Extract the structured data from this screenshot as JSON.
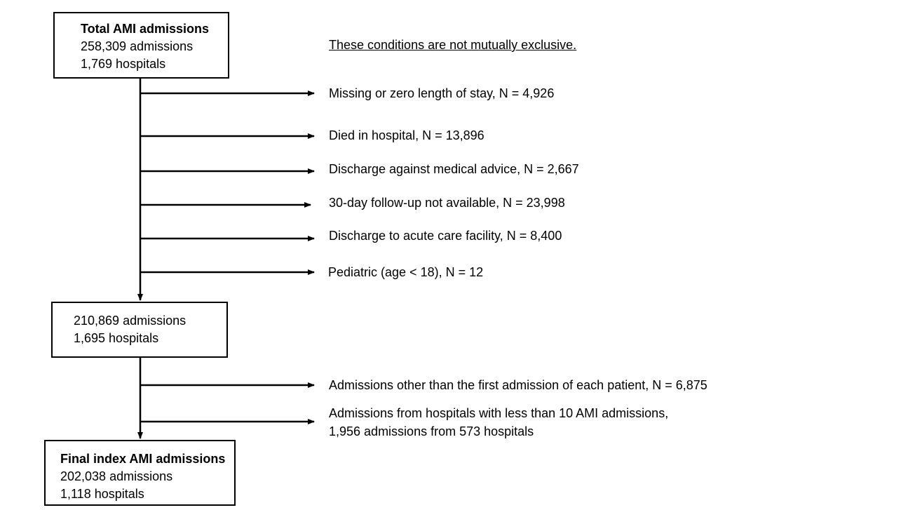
{
  "top_box": {
    "title": "Total AMI admissions",
    "admissions": "258,309 admissions",
    "hospitals": "1,769 hospitals"
  },
  "note": "These conditions are not mutually exclusive.",
  "exclusions_stage1": [
    "Missing or zero length of stay,  N = 4,926",
    "Died in hospital, N = 13,896",
    "Discharge against medical advice, N = 2,667",
    "30-day follow-up not available, N = 23,998",
    "Discharge to acute care facility, N = 8,400",
    "Pediatric (age < 18), N = 12"
  ],
  "middle_box": {
    "admissions": "210,869 admissions",
    "hospitals": "1,695 hospitals"
  },
  "exclusions_stage2": [
    "Admissions other than the first admission of each patient, N = 6,875",
    "Admissions from hospitals with less than 10 AMI admissions,",
    "1,956 admissions from 573 hospitals"
  ],
  "final_box": {
    "title": "Final index AMI admissions",
    "admissions": "202,038 admissions",
    "hospitals": "1,118 hospitals"
  }
}
